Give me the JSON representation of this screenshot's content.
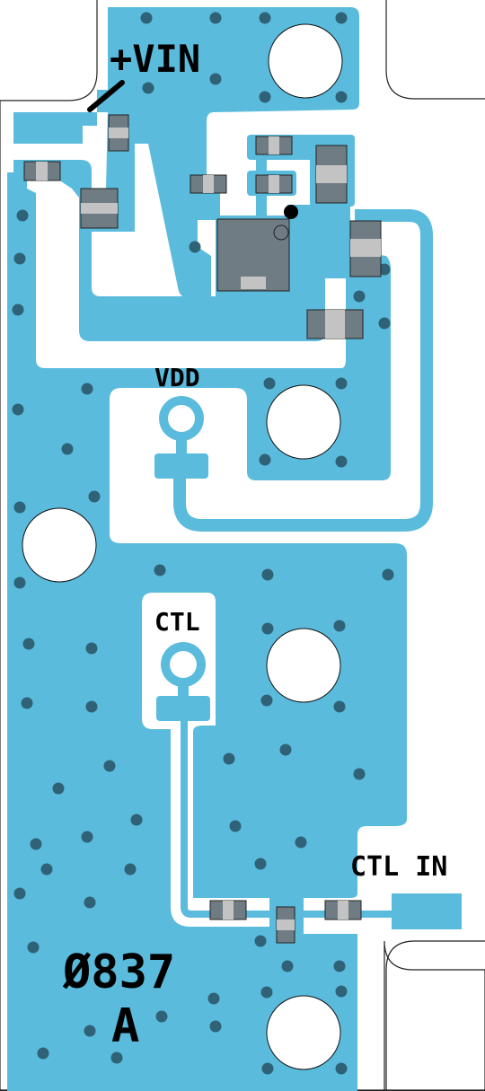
{
  "board": {
    "labels": {
      "vin": "+VIN",
      "vdd": "VDD",
      "ctl": "CTL",
      "ctl_in": "CTL IN",
      "part_number": "Ø837",
      "revision": "A"
    }
  },
  "colors": {
    "copper": "#5abbdd",
    "via": "#2f6276",
    "component_body": "#6f7c83",
    "component_pad": "#c3c3c3",
    "silkscreen": "#000000",
    "substrate": "#ffffff"
  }
}
